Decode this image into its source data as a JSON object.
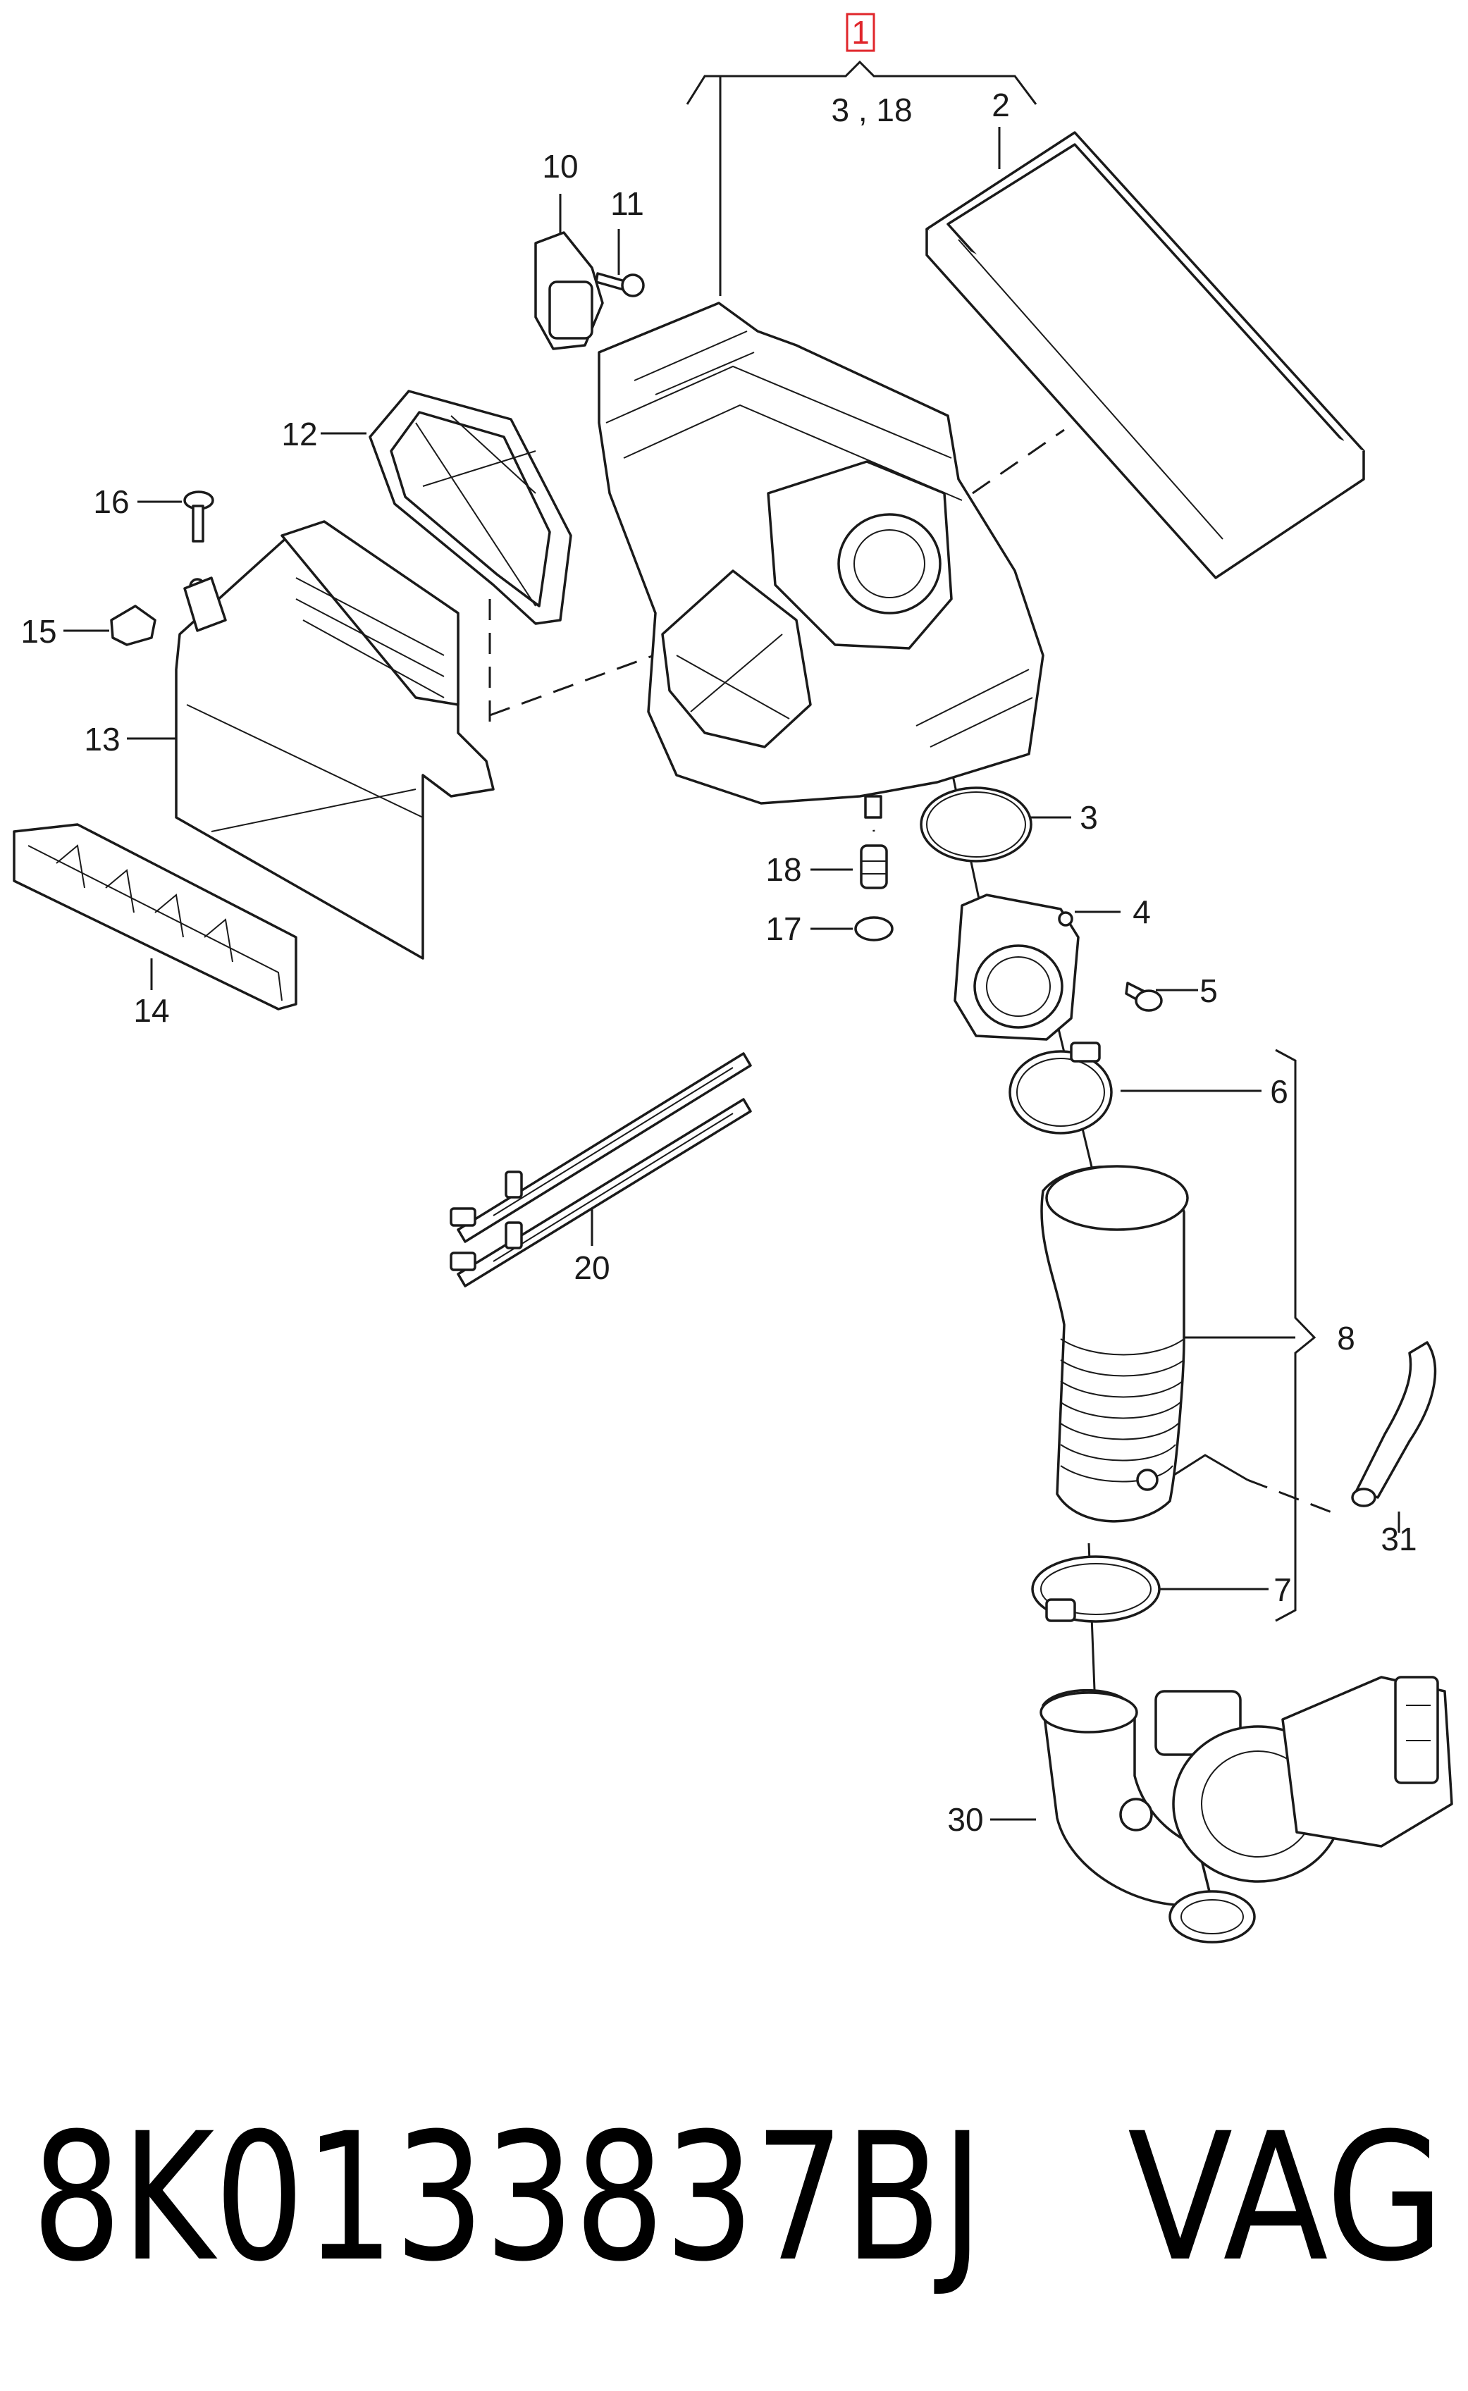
{
  "callouts": {
    "c1": "1",
    "c3_18": "3 , 18",
    "c2": "2",
    "c10": "10",
    "c11": "11",
    "c12": "12",
    "c16": "16",
    "c15": "15",
    "c13": "13",
    "c14": "14",
    "c3": "3",
    "c18": "18",
    "c17": "17",
    "c4": "4",
    "c5": "5",
    "c6": "6",
    "c8": "8",
    "c31": "31",
    "c7": "7",
    "c20": "20",
    "c30": "30"
  },
  "footer": {
    "part_number": "8K0133837BJ",
    "brand": "VAG"
  },
  "colors": {
    "line": "#1a1a1a",
    "highlight": "#e0262b",
    "background": "#ffffff"
  }
}
